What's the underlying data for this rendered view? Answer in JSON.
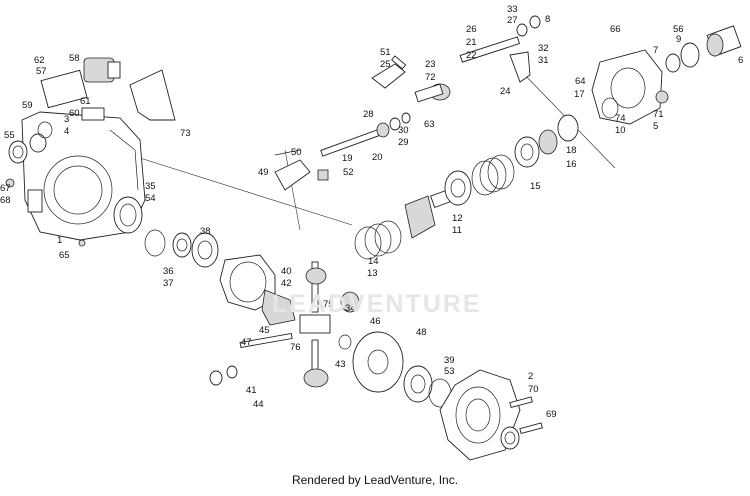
{
  "watermark": "LEADVENTURE",
  "footer": "Rendered by LeadVenture, Inc.",
  "callouts": [
    "1",
    "2",
    "3",
    "4",
    "5",
    "6",
    "7",
    "8",
    "9",
    "10",
    "11",
    "12",
    "13",
    "14",
    "15",
    "16",
    "17",
    "18",
    "19",
    "20",
    "21",
    "22",
    "23",
    "24",
    "25",
    "26",
    "27",
    "28",
    "29",
    "30",
    "31",
    "32",
    "33",
    "34",
    "35",
    "36",
    "37",
    "38",
    "39",
    "40",
    "41",
    "42",
    "43",
    "44",
    "45",
    "46",
    "47",
    "48",
    "49",
    "50",
    "51",
    "52",
    "53",
    "54",
    "55",
    "56",
    "57",
    "58",
    "59",
    "60",
    "61",
    "62",
    "63",
    "64",
    "65",
    "66",
    "67",
    "68",
    "69",
    "70",
    "71",
    "72",
    "73",
    "74",
    "75",
    "76"
  ]
}
